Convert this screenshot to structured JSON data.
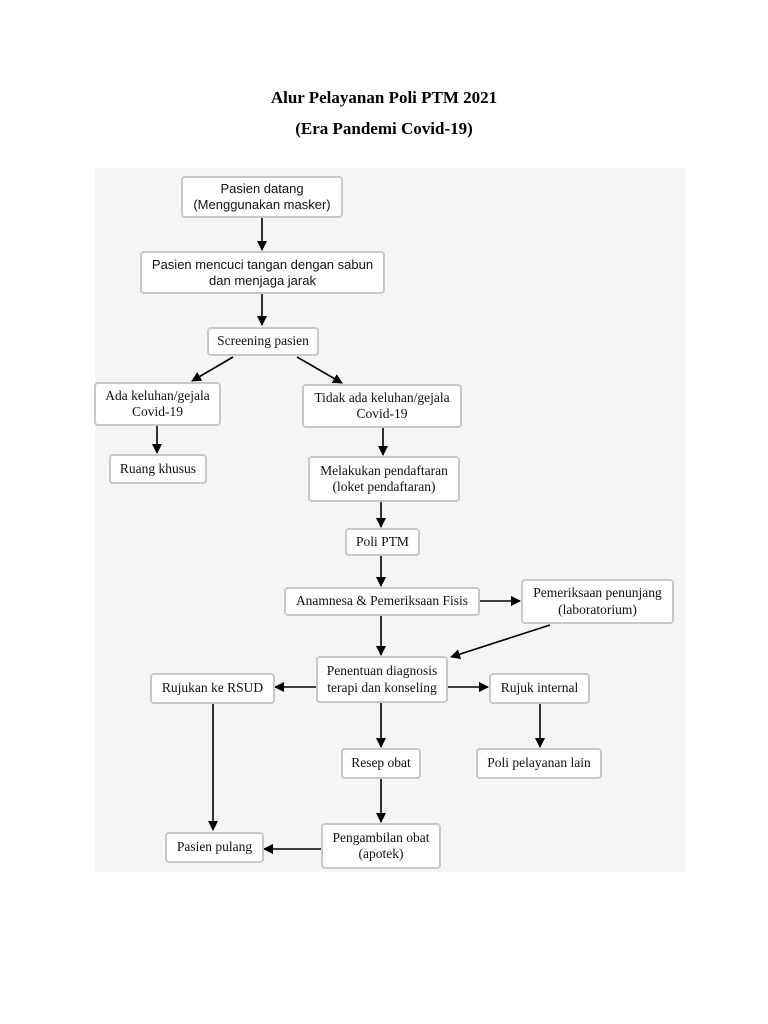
{
  "title": {
    "line1": "Alur Pelayanan Poli PTM 2021",
    "line2": "(Era Pandemi Covid-19)"
  },
  "colors": {
    "box_border": "#c8c8c8",
    "background": "#f5f5f5",
    "arrow": "#000000"
  },
  "nodes": {
    "pasien_datang": [
      "Pasien datang",
      "(Menggunakan masker)"
    ],
    "cuci_tangan": [
      "Pasien mencuci tangan dengan sabun",
      "dan menjaga jarak"
    ],
    "screening": [
      "Screening pasien"
    ],
    "ada_keluhan": [
      "Ada keluhan/gejala",
      "Covid-19"
    ],
    "tidak_ada_keluhan": [
      "Tidak ada keluhan/gejala",
      "Covid-19"
    ],
    "ruang_khusus": [
      "Ruang khusus"
    ],
    "pendaftaran": [
      "Melakukan pendaftaran",
      "(loket pendaftaran)"
    ],
    "poli_ptm": [
      "Poli PTM"
    ],
    "anamnesa": [
      "Anamnesa & Pemeriksaan Fisis"
    ],
    "penunjang": [
      "Pemeriksaan penunjang",
      "(laboratorium)"
    ],
    "diagnosis": [
      "Penentuan diagnosis",
      "terapi dan konseling"
    ],
    "rujukan_rsud": [
      "Rujukan ke RSUD"
    ],
    "rujuk_internal": [
      "Rujuk internal"
    ],
    "resep_obat": [
      "Resep obat"
    ],
    "poli_lain": [
      "Poli pelayanan lain"
    ],
    "pengambilan_obat": [
      "Pengambilan obat",
      "(apotek)"
    ],
    "pasien_pulang": [
      "Pasien pulang"
    ]
  }
}
